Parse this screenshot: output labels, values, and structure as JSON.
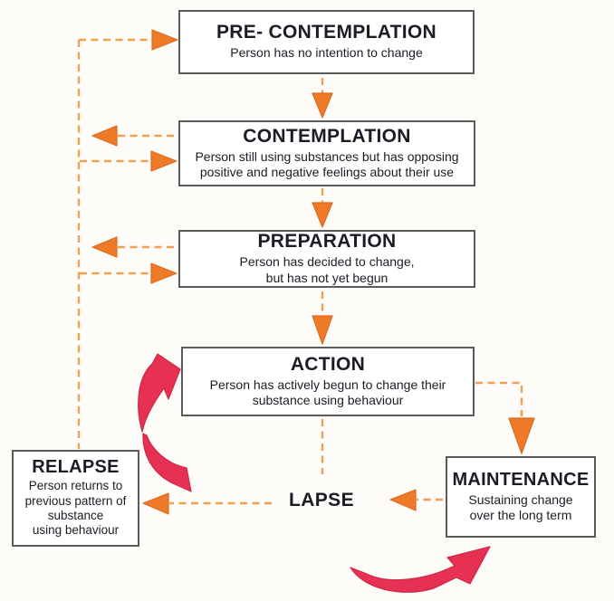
{
  "boxes": {
    "precontemplation": {
      "title": "PRE- CONTEMPLATION",
      "desc": "Person has no intention to change"
    },
    "contemplation": {
      "title": "CONTEMPLATION",
      "desc": "Person still using substances but has opposing\npositive and negative feelings about their use"
    },
    "preparation": {
      "title": "PREPARATION",
      "desc": "Person has decided to change,\nbut has not yet begun"
    },
    "action": {
      "title": "ACTION",
      "desc": "Person has actively begun to change their\nsubstance using behaviour"
    },
    "relapse": {
      "title": "RELAPSE",
      "desc": "Person returns to\nprevious pattern of\nsubstance\nusing behaviour"
    },
    "maintenance": {
      "title": "MAINTENANCE",
      "desc": "Sustaining change\nover the long term"
    }
  },
  "labels": {
    "lapse": "LAPSE"
  },
  "colors": {
    "arrow_orange": "#ee7a28",
    "dash_orange": "#f0a052",
    "red": "#e73152",
    "box_border": "#5b5b5b",
    "text_dark": "#1c1c26",
    "background": "#fdfcf9"
  }
}
